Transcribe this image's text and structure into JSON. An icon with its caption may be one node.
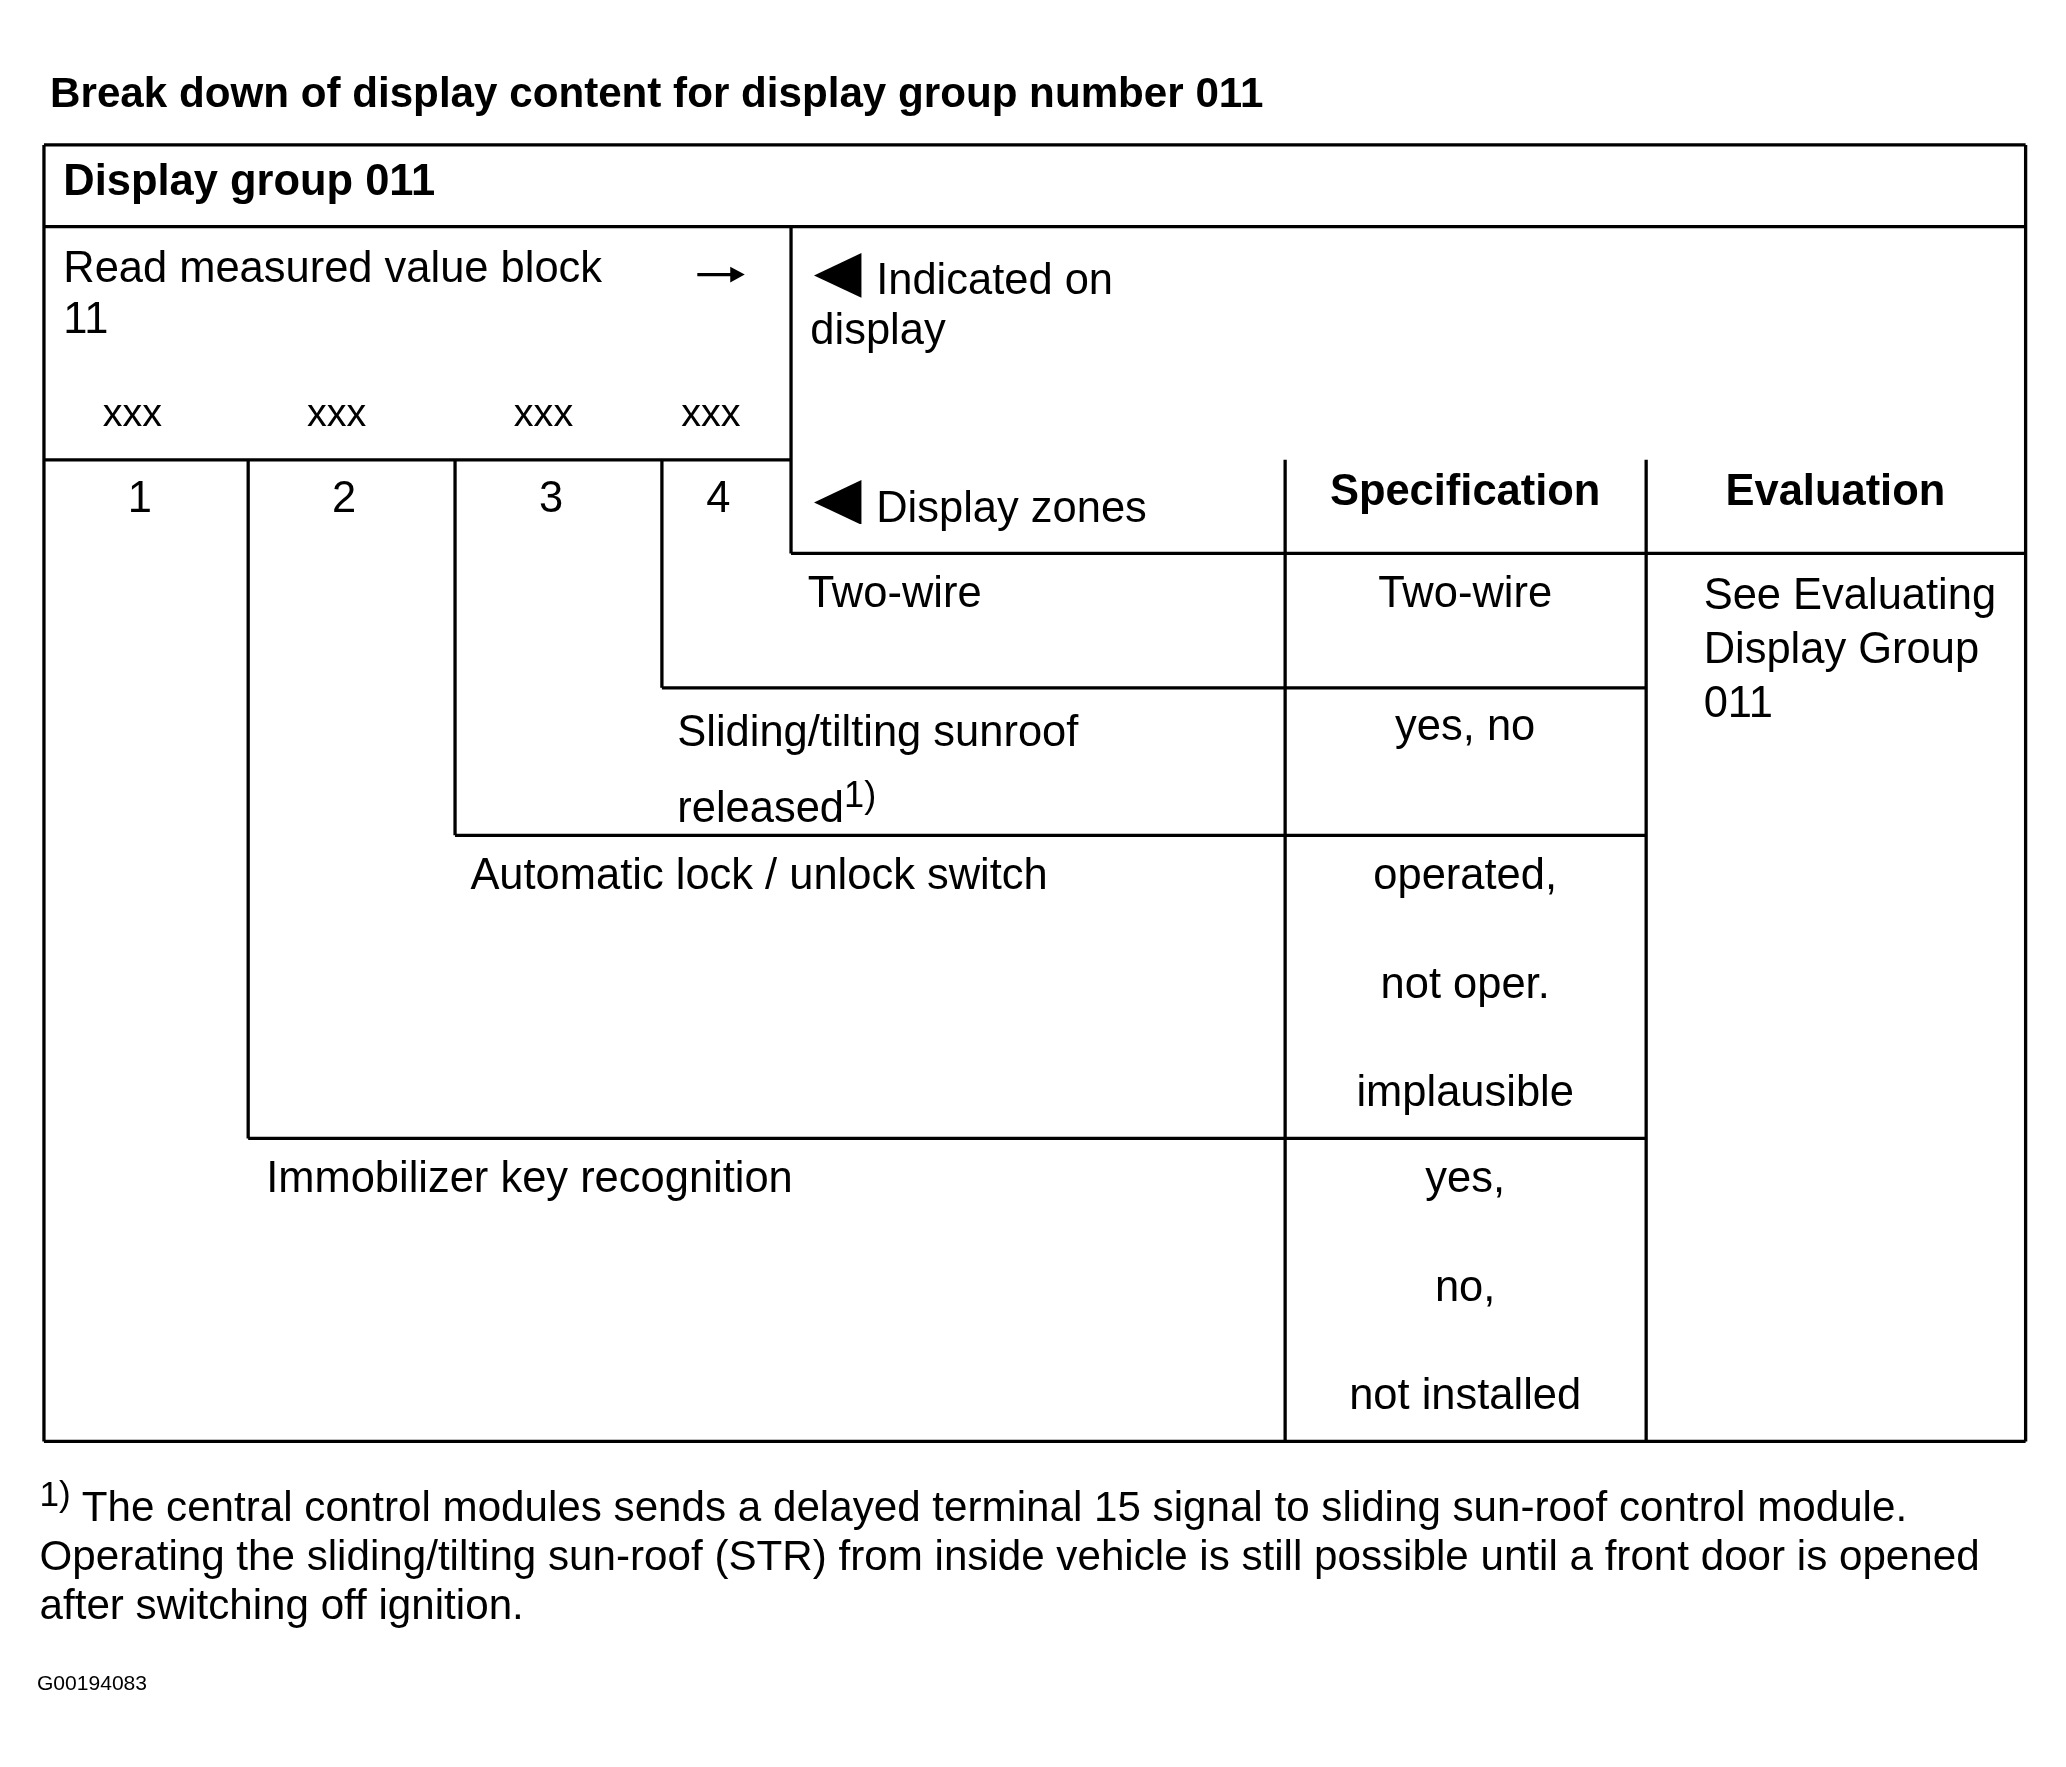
{
  "diagram": {
    "title": "Break down of display content for display group number 011",
    "caption": "$^{1)}$ The central control modules sends a delayed terminal 15 signal to sliding sun-roof control module. Operating the sliding/tilting sun-roof (STR) from inside vehicle is still possible until a front door is opened after switching off ignition.",
    "labels": [
      "Display group 011",
      "Read measured value block 11",
      "Indicated on display",
      "xxx",
      "xxx",
      "xxx",
      "xxx",
      "1",
      "2",
      "3",
      "4",
      "Display zones",
      "Specification",
      "Evaluation",
      "Two-wire",
      "Two-wire",
      "See Evaluating Display Group 011",
      "Sliding/tilting sunroof released$^{1)}$",
      "yes, no",
      "Automatic lock / unlock switch",
      "operated,",
      "not oper.",
      "implausible",
      "Immobilizer key recognition",
      "yes,",
      "no,",
      "not installed",
      "G00194083"
    ]
  }
}
